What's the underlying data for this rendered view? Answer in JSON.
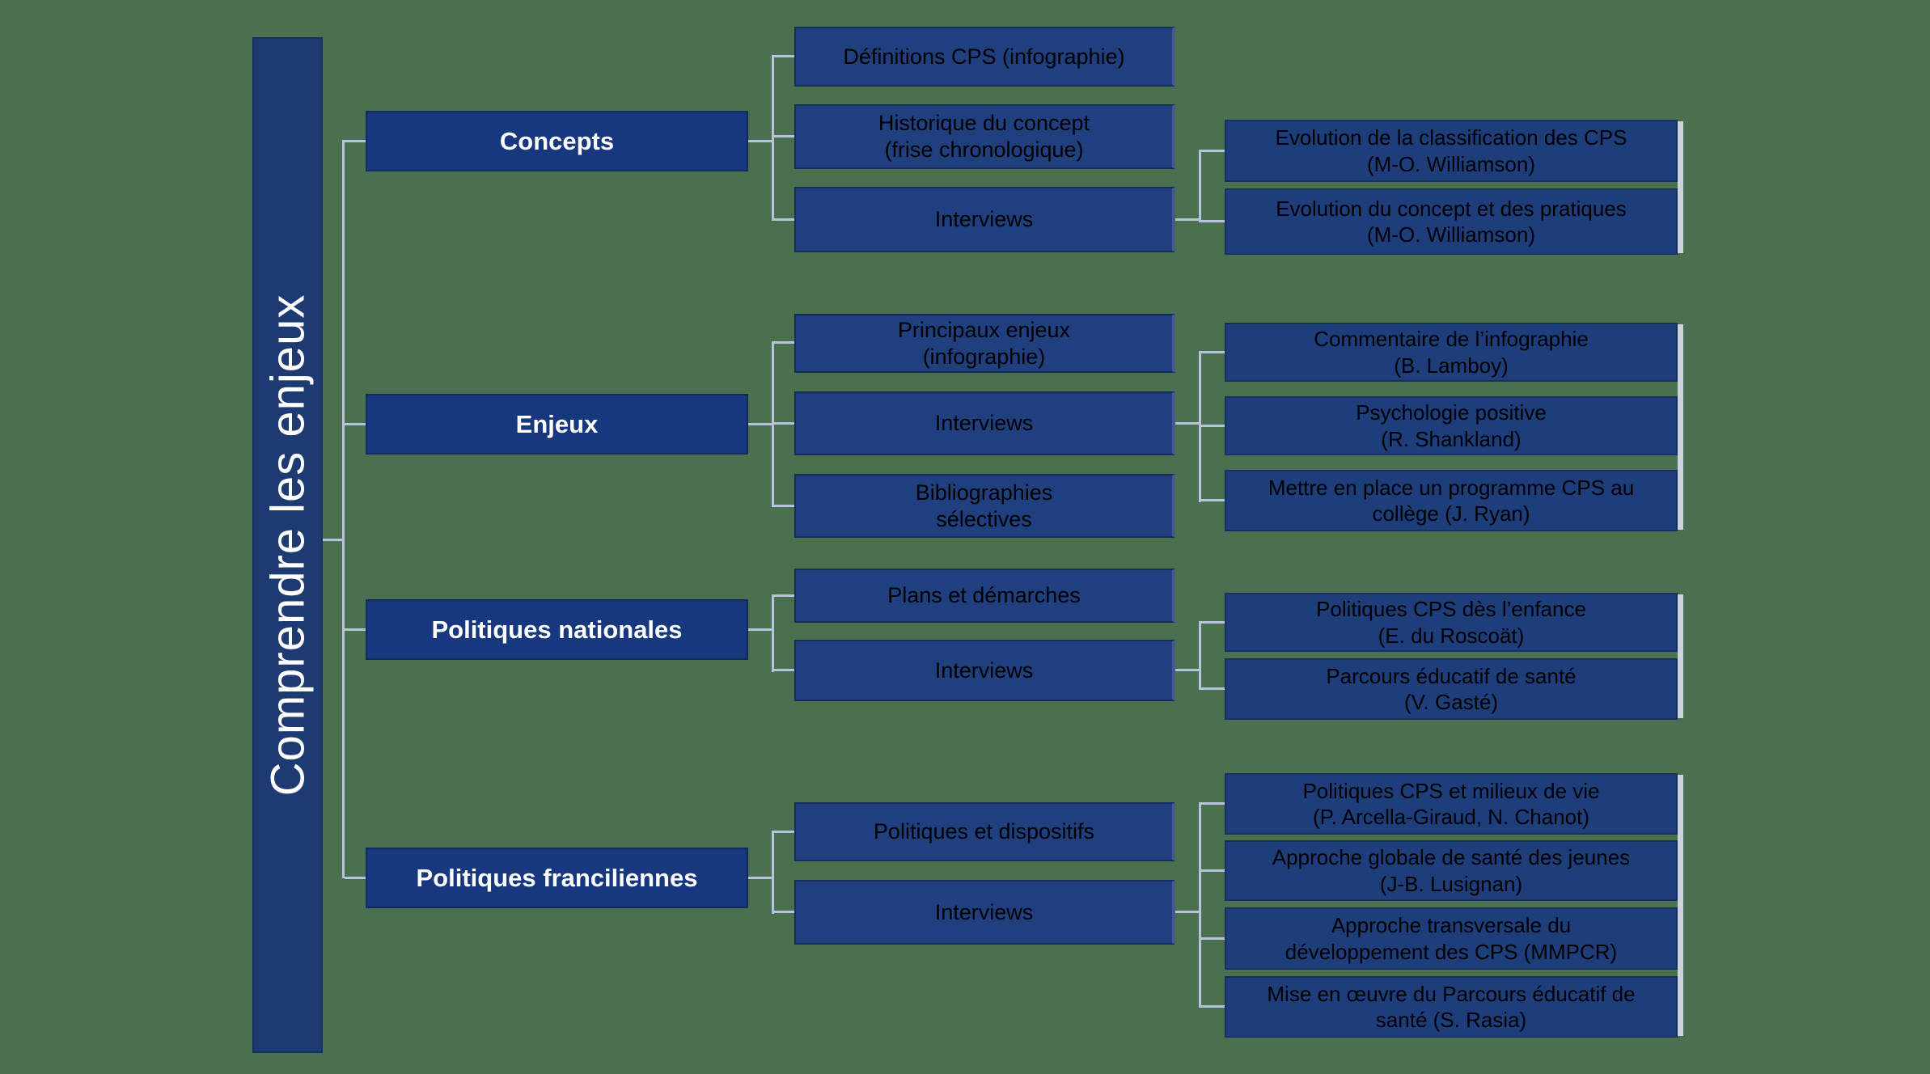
{
  "root": {
    "label": "Comprendre les enjeux"
  },
  "sections": [
    {
      "label": "Concepts",
      "children": [
        "Définitions CPS (infographie)",
        "Historique du concept\n(frise chronologique)",
        "Interviews"
      ],
      "leaves": [
        "Evolution de la classification des CPS\n(M-O. Williamson)",
        "Evolution du concept et des pratiques\n(M-O. Williamson)"
      ]
    },
    {
      "label": "Enjeux",
      "children": [
        "Principaux enjeux\n(infographie)",
        "Interviews",
        "Bibliographies\nsélectives"
      ],
      "leaves": [
        "Commentaire de l’infographie\n(B. Lamboy)",
        "Psychologie positive\n(R. Shankland)",
        "Mettre en place un programme CPS au\ncollège (J. Ryan)"
      ]
    },
    {
      "label": "Politiques nationales",
      "children": [
        "Plans et démarches",
        "Interviews"
      ],
      "leaves": [
        "Politiques CPS dès l’enfance\n(E. du Roscoät)",
        "Parcours éducatif de santé\n(V. Gasté)"
      ]
    },
    {
      "label": "Politiques franciliennes",
      "children": [
        "Politiques et dispositifs",
        "Interviews"
      ],
      "leaves": [
        "Politiques CPS et milieux de vie\n(P. Arcella-Giraud, N. Chanot)",
        "Approche globale de santé des jeunes\n(J-B. Lusignan)",
        "Approche transversale du\ndéveloppement des CPS (MMPCR)",
        "Mise en œuvre du Parcours éducatif de\nsanté (S. Rasia)"
      ]
    }
  ],
  "colors": {
    "background": "#4A7050",
    "root_bar": "#1D3B72",
    "category_box": "#17377E",
    "child_box": "#1F3F7E",
    "leaf_box": "#1E3D7B",
    "connector": "#B7C3DC",
    "leaf_shadow": "#CDD2DB",
    "category_text": "#FFFFFF",
    "box_text": "#000000"
  }
}
